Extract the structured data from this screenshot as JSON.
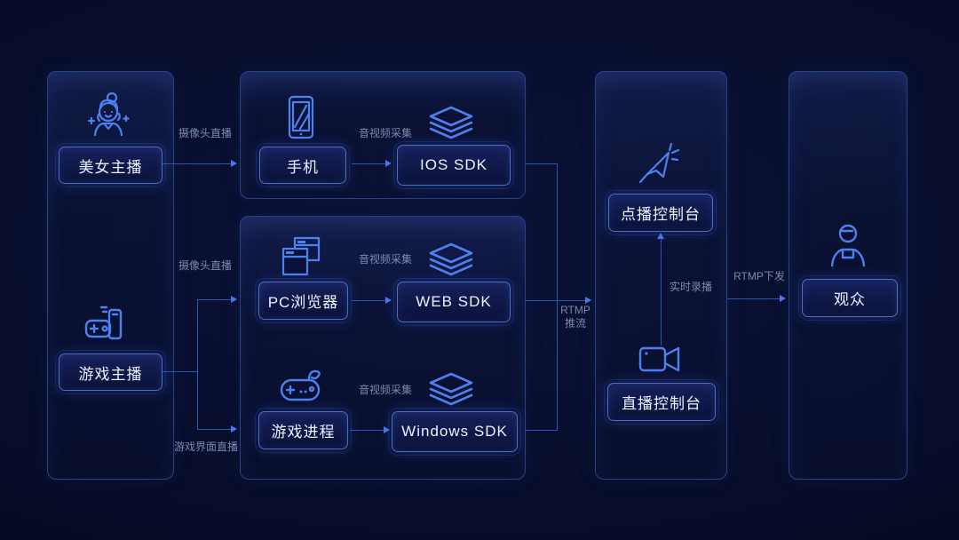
{
  "diagram_title": "live-streaming-architecture",
  "colors": {
    "background": "#070d2a",
    "panel_border": "#2b4186",
    "node_border": "#4d6dc4",
    "node_fill": "#0f1745",
    "icon_blue": "#4f80f0",
    "arrow_line": "#2e52b8",
    "arrow_head": "#4a78e8",
    "label_text": "#7e88ad",
    "node_text": "#edf1fc"
  },
  "nodes": {
    "beauty_anchor": {
      "label": "美女主播",
      "icon": "female-anchor-icon"
    },
    "game_anchor": {
      "label": "游戏主播",
      "icon": "game-console-icon"
    },
    "phone": {
      "label": "手机",
      "icon": "smartphone-icon"
    },
    "ios_sdk": {
      "label": "IOS SDK",
      "icon": "layers-icon"
    },
    "pc_browser": {
      "label": "PC浏览器",
      "icon": "browser-windows-icon"
    },
    "web_sdk": {
      "label": "WEB SDK",
      "icon": "layers-icon"
    },
    "game_process": {
      "label": "游戏进程",
      "icon": "retro-gamepad-icon"
    },
    "windows_sdk": {
      "label": "Windows SDK",
      "icon": "layers-icon"
    },
    "vod_console": {
      "label": "点播控制台",
      "icon": "cursor-click-icon"
    },
    "live_console": {
      "label": "直播控制台",
      "icon": "video-camera-icon"
    },
    "audience": {
      "label": "观众",
      "icon": "person-icon"
    }
  },
  "edge_labels": {
    "camera_live_top": "摄像头直播",
    "camera_live_mid": "摄像头直播",
    "game_screen_live": "游戏界面直播",
    "av_capture_mobile": "音视频采集",
    "av_capture_web": "音视频采集",
    "av_capture_windows": "音视频采集",
    "rtmp_push_line1": "RTMP",
    "rtmp_push_line2": "推流",
    "realtime_record": "实时录播",
    "rtmp_distribute": "RTMP下发"
  }
}
